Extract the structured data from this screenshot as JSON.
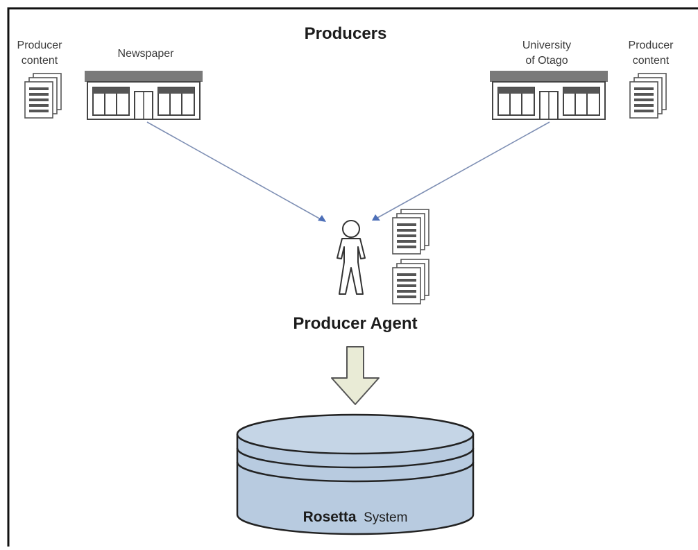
{
  "heading": "Producers",
  "left": {
    "content_line1": "Producer",
    "content_line2": "content",
    "org": "Newspaper"
  },
  "right": {
    "org_line1": "University",
    "org_line2": "of Otago",
    "content_line1": "Producer",
    "content_line2": "content"
  },
  "agent_label": "Producer Agent",
  "system": {
    "name_bold": "Rosetta",
    "name_rest": "System"
  },
  "colors": {
    "frame": "#111111",
    "connector": "#7e8fb4",
    "arrow_fill": "#e9ebd6",
    "arrow_stroke": "#555555",
    "cylinder_fill": "#b8cbe0",
    "cylinder_top": "#c5d5e6",
    "roof": "#7a7a7a",
    "window": "#dcdcdc"
  },
  "icons": {
    "content_left": "document-stack-icon",
    "content_right": "document-stack-icon",
    "building_left": "building-icon",
    "building_right": "building-icon",
    "agent": "person-icon",
    "agent_docs": "document-stack-icon",
    "down_arrow": "down-arrow-icon",
    "database": "database-cylinder-icon"
  }
}
